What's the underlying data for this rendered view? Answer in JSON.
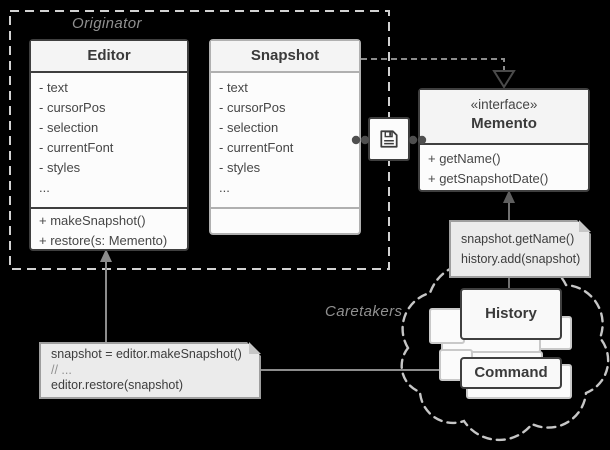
{
  "labels": {
    "originator": "Originator",
    "caretakers": "Caretakers"
  },
  "classes": {
    "editor": {
      "title": "Editor",
      "attributes": [
        "- text",
        "- cursorPos",
        "- selection",
        "- currentFont",
        "- styles",
        "..."
      ],
      "methods": [
        "+ makeSnapshot()",
        "+ restore(s: Memento)"
      ]
    },
    "snapshot": {
      "title": "Snapshot",
      "attributes": [
        "- text",
        "- cursorPos",
        "- selection",
        "- currentFont",
        "- styles",
        "..."
      ]
    },
    "memento": {
      "stereotype": "«interface»",
      "title": "Memento",
      "methods": [
        "+ getName()",
        "+ getSnapshotDate()"
      ]
    },
    "history": {
      "title": "History"
    },
    "command": {
      "title": "Command"
    }
  },
  "notes": {
    "memento_usage": {
      "lines": [
        "snapshot.getName()",
        "history.add(snapshot)"
      ]
    },
    "editor_usage": {
      "lines": [
        "snapshot = editor.makeSnapshot()",
        "// ...",
        "editor.restore(snapshot)"
      ]
    }
  },
  "icons": {
    "floppy": "floppy-disk-icon"
  },
  "colors": {
    "background": "#000000",
    "box_border_dark": "#3f3f3f",
    "box_border_light": "#b0b0b0",
    "box_bg": "#fcfcfc",
    "note_bg": "#ebebeb",
    "note_border": "#9e9e9e",
    "connector_gray": "#8c8c8c",
    "dashed_container": "#d2d2d2",
    "cloud_dash": "#c6c6c6",
    "label_gray": "#909090",
    "text_dark": "#3d3d3d"
  }
}
